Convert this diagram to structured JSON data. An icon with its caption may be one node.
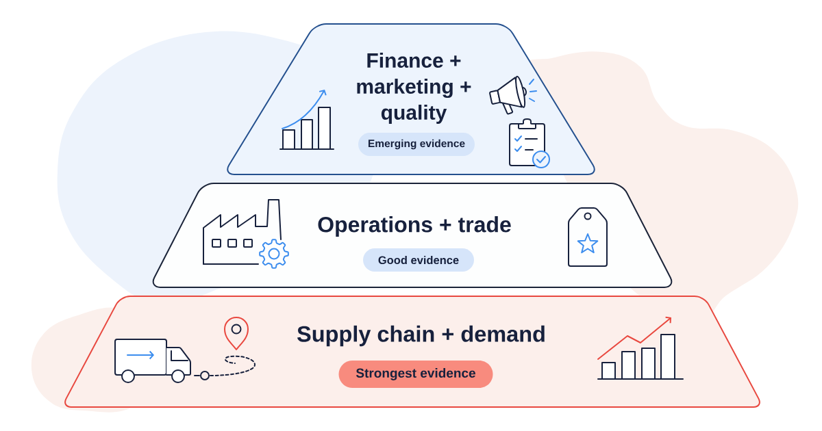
{
  "diagram": {
    "nodes": [
      {
        "text": [
          "Finance + marketing + quality"
        ]
      },
      {
        "text": [
          "Emerging evidence"
        ],
        "in": 0
      },
      {
        "text": [
          "Operations + trade"
        ]
      },
      {
        "text": [
          "Good evidence"
        ],
        "in": 2
      },
      {
        "text": [
          "Supply chain + demand"
        ]
      },
      {
        "text": [
          "Strongest evidence"
        ],
        "in": 4
      }
    ]
  }
}
